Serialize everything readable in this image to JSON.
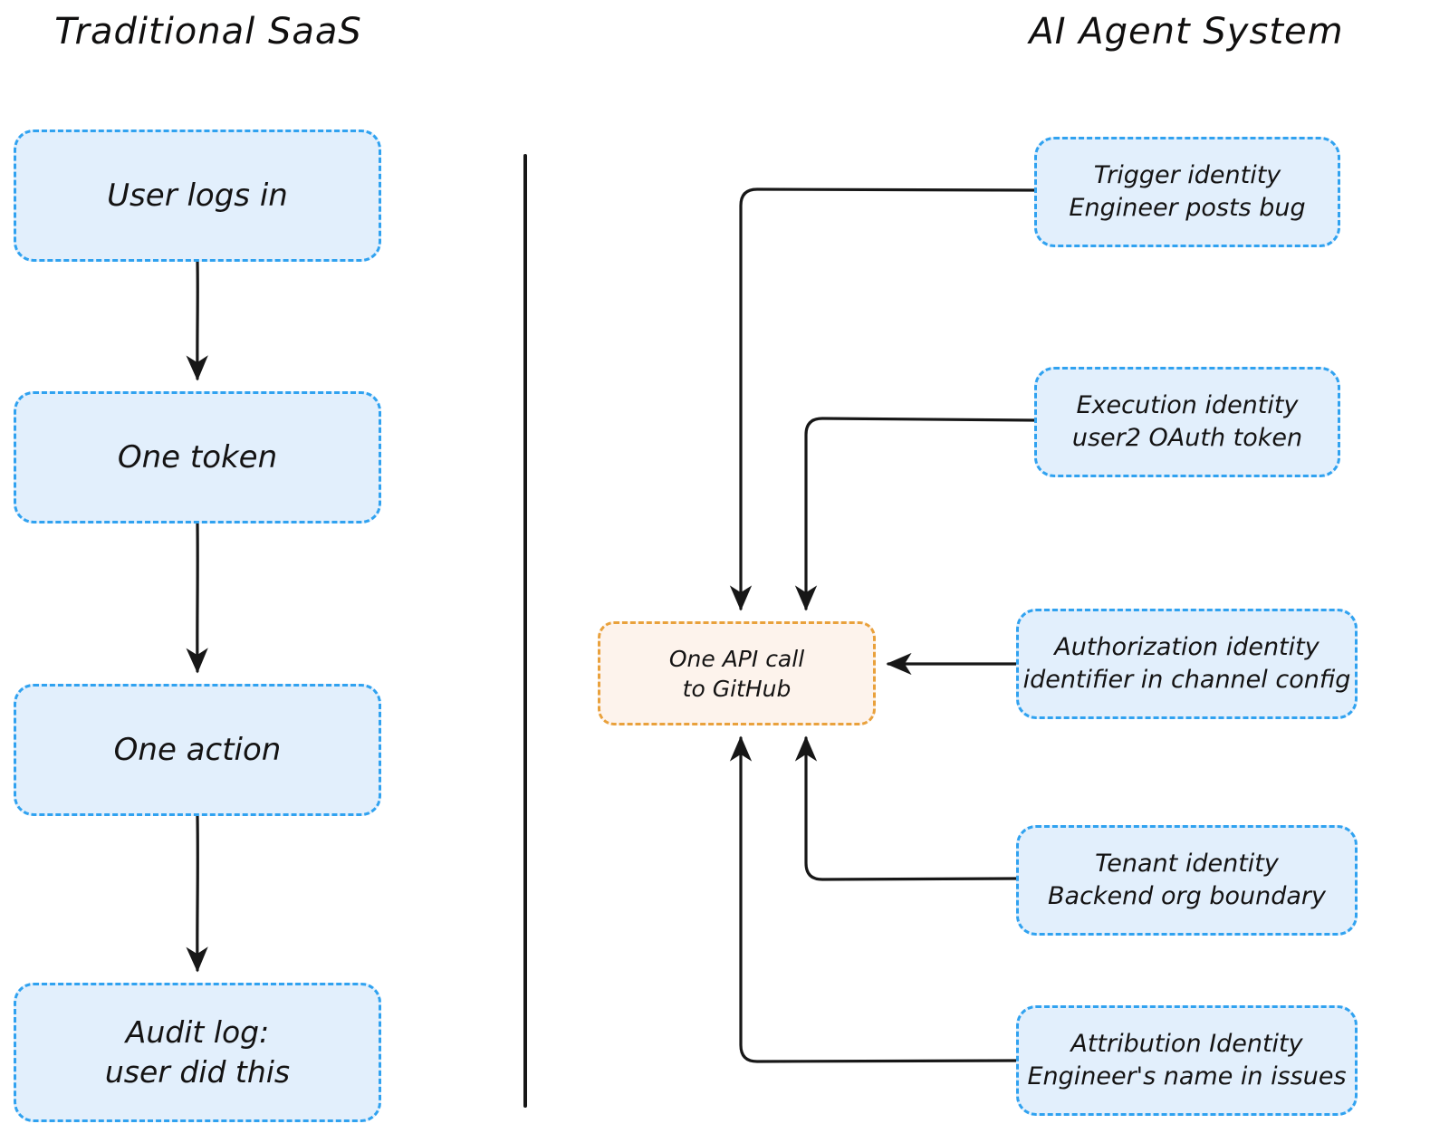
{
  "columns": {
    "left": {
      "title": "Traditional SaaS"
    },
    "right": {
      "title": "AI Agent System"
    }
  },
  "left_flow": {
    "nodes": [
      {
        "id": "login",
        "label": "User logs in"
      },
      {
        "id": "token",
        "label": "One token"
      },
      {
        "id": "action",
        "label": "One action"
      },
      {
        "id": "audit",
        "label": "Audit log:\nuser did this"
      }
    ],
    "edges": [
      {
        "from": "login",
        "to": "token"
      },
      {
        "from": "token",
        "to": "action"
      },
      {
        "from": "action",
        "to": "audit"
      }
    ]
  },
  "right_flow": {
    "center": {
      "id": "api",
      "label": "One API call\nto GitHub"
    },
    "identities": [
      {
        "id": "trigger",
        "label": "Trigger identity\nEngineer posts bug"
      },
      {
        "id": "exec",
        "label": "Execution identity\nuser2 OAuth token"
      },
      {
        "id": "authz",
        "label": "Authorization identity\nidentifier in channel config"
      },
      {
        "id": "tenant",
        "label": "Tenant identity\nBackend org boundary"
      },
      {
        "id": "attr",
        "label": "Attribution Identity\nEngineer's name in issues"
      }
    ],
    "edges": [
      {
        "from": "trigger",
        "to": "api"
      },
      {
        "from": "exec",
        "to": "api"
      },
      {
        "from": "authz",
        "to": "api"
      },
      {
        "from": "tenant",
        "to": "api"
      },
      {
        "from": "attr",
        "to": "api"
      }
    ]
  },
  "colors": {
    "node_blue_fill": "#e2effc",
    "node_blue_border": "#30a2f0",
    "node_orange_fill": "#fdf3ec",
    "node_orange_border": "#e9a13c",
    "edge_stroke": "#171717",
    "text": "#141313",
    "background": "#ffffff"
  }
}
